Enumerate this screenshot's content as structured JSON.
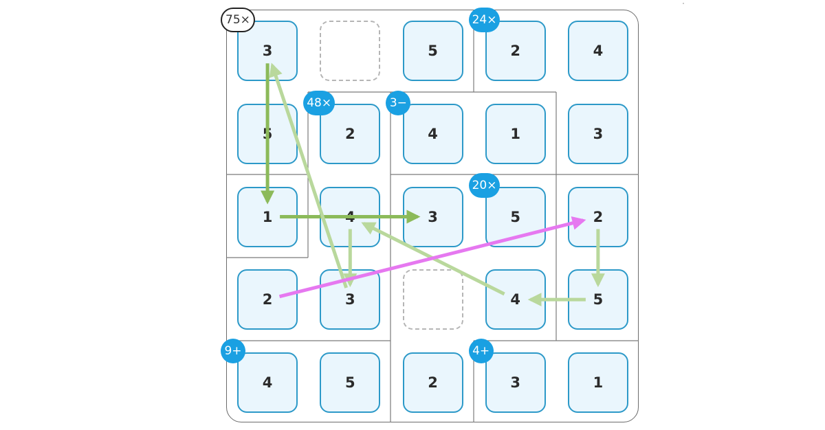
{
  "puzzle": {
    "grid": [
      [
        "3",
        "",
        "5",
        "2",
        "4"
      ],
      [
        "5",
        "2",
        "4",
        "1",
        "3"
      ],
      [
        "1",
        "4",
        "3",
        "5",
        "2"
      ],
      [
        "2",
        "3",
        "",
        "4",
        "5"
      ],
      [
        "4",
        "5",
        "2",
        "3",
        "1"
      ]
    ],
    "clues": [
      {
        "label": "75×",
        "row": 0,
        "col": 0,
        "style": "outline"
      },
      {
        "label": "24×",
        "row": 0,
        "col": 3,
        "style": "filled"
      },
      {
        "label": "48×",
        "row": 1,
        "col": 1,
        "style": "filled"
      },
      {
        "label": "3−",
        "row": 1,
        "col": 2,
        "style": "filled"
      },
      {
        "label": "20×",
        "row": 2,
        "col": 3,
        "style": "filled"
      },
      {
        "label": "9+",
        "row": 4,
        "col": 0,
        "style": "filled"
      },
      {
        "label": "4+",
        "row": 4,
        "col": 3,
        "style": "filled"
      }
    ],
    "arrows": [
      {
        "from": [
          0,
          0
        ],
        "to": [
          2,
          0
        ],
        "color": "#8cba5a",
        "opacity": 1
      },
      {
        "from": [
          2,
          0
        ],
        "to": [
          2,
          2
        ],
        "color": "#8cba5a",
        "opacity": 1
      },
      {
        "from": [
          3,
          1
        ],
        "to": [
          0,
          0
        ],
        "color": "#b9d89c",
        "opacity": 1
      },
      {
        "from": [
          2,
          1
        ],
        "to": [
          3,
          1
        ],
        "color": "#b9d89c",
        "opacity": 1
      },
      {
        "from": [
          3,
          3
        ],
        "to": [
          2,
          1
        ],
        "color": "#b9d89c",
        "opacity": 1
      },
      {
        "from": [
          3,
          0
        ],
        "to": [
          2,
          4
        ],
        "color": "#e678f0",
        "opacity": 1
      },
      {
        "from": [
          2,
          4
        ],
        "to": [
          3,
          4
        ],
        "color": "#b9d89c",
        "opacity": 1
      },
      {
        "from": [
          3,
          4
        ],
        "to": [
          3,
          3
        ],
        "color": "#b9d89c",
        "opacity": 1
      }
    ]
  }
}
